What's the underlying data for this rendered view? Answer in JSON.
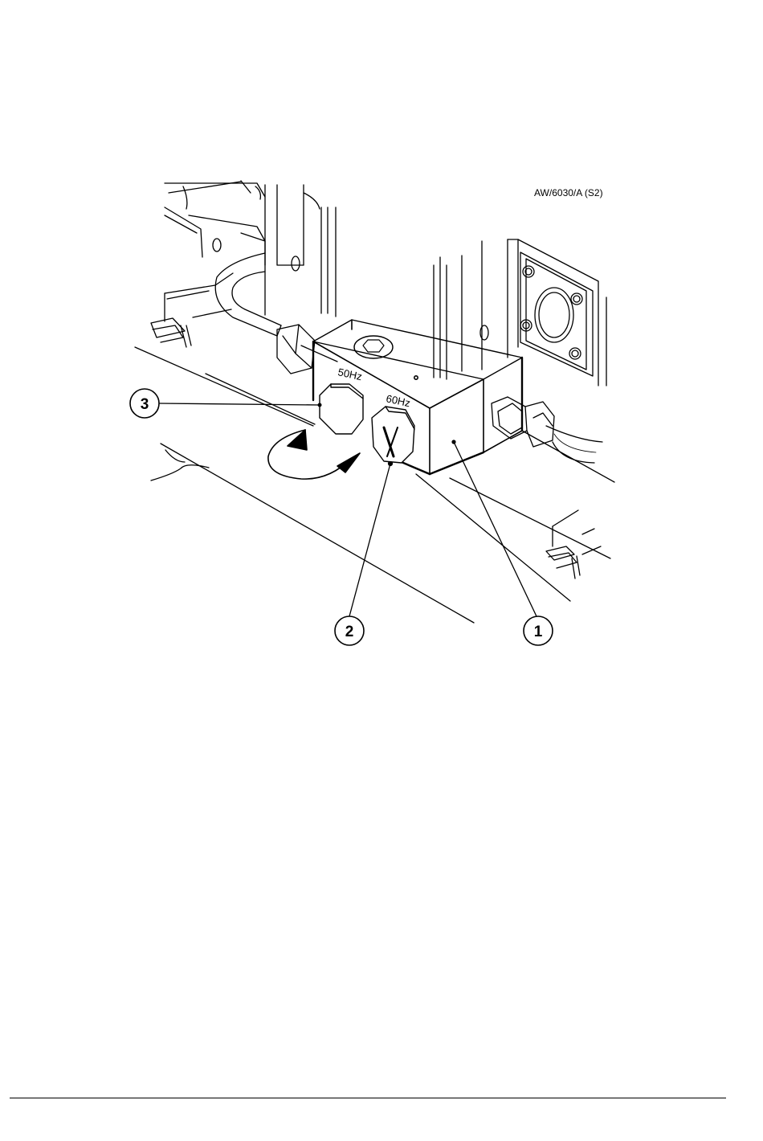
{
  "figure": {
    "reference_code": "AW/6030/A (S2)",
    "plug_labels": {
      "left": "50Hz",
      "right": "60Hz"
    },
    "callouts": [
      {
        "number": "3"
      },
      {
        "number": "2"
      },
      {
        "number": "1"
      }
    ]
  }
}
